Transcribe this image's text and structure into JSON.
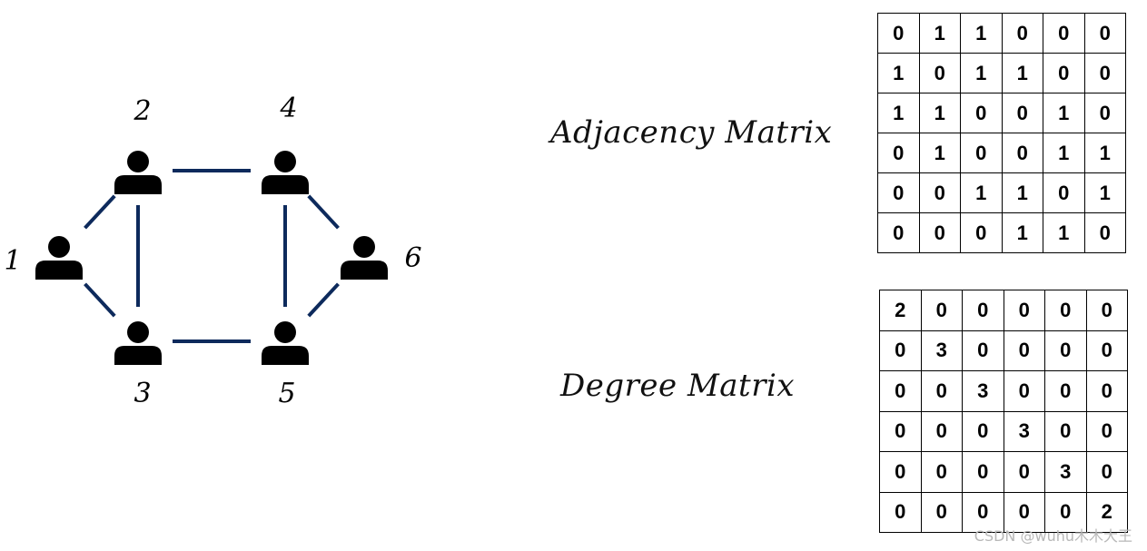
{
  "graph": {
    "nodes": [
      {
        "id": 1,
        "label": "1"
      },
      {
        "id": 2,
        "label": "2"
      },
      {
        "id": 3,
        "label": "3"
      },
      {
        "id": 4,
        "label": "4"
      },
      {
        "id": 5,
        "label": "5"
      },
      {
        "id": 6,
        "label": "6"
      }
    ],
    "edges": [
      [
        1,
        2
      ],
      [
        1,
        3
      ],
      [
        2,
        3
      ],
      [
        2,
        4
      ],
      [
        3,
        5
      ],
      [
        4,
        5
      ],
      [
        4,
        6
      ],
      [
        5,
        6
      ]
    ],
    "node_icon": "person-icon",
    "edge_color": "#0d2a5c"
  },
  "adjacency": {
    "caption": "Adjacency Matrix",
    "rows": [
      [
        "0",
        "1",
        "1",
        "0",
        "0",
        "0"
      ],
      [
        "1",
        "0",
        "1",
        "1",
        "0",
        "0"
      ],
      [
        "1",
        "1",
        "0",
        "0",
        "1",
        "0"
      ],
      [
        "0",
        "1",
        "0",
        "0",
        "1",
        "1"
      ],
      [
        "0",
        "0",
        "1",
        "1",
        "0",
        "1"
      ],
      [
        "0",
        "0",
        "0",
        "1",
        "1",
        "0"
      ]
    ]
  },
  "degree": {
    "caption": "Degree Matrix",
    "rows": [
      [
        "2",
        "0",
        "0",
        "0",
        "0",
        "0"
      ],
      [
        "0",
        "3",
        "0",
        "0",
        "0",
        "0"
      ],
      [
        "0",
        "0",
        "3",
        "0",
        "0",
        "0"
      ],
      [
        "0",
        "0",
        "0",
        "3",
        "0",
        "0"
      ],
      [
        "0",
        "0",
        "0",
        "0",
        "3",
        "0"
      ],
      [
        "0",
        "0",
        "0",
        "0",
        "0",
        "2"
      ]
    ]
  },
  "watermark": "CSDN @wuhu木木大王"
}
